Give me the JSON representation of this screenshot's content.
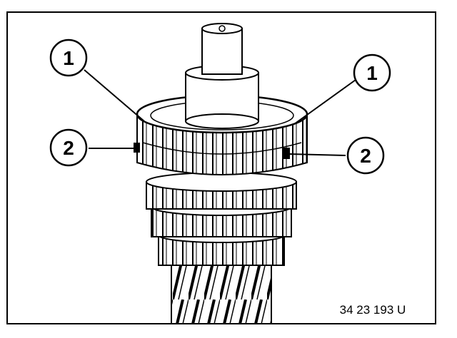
{
  "callouts": [
    {
      "label": "1"
    },
    {
      "label": "1"
    },
    {
      "label": "2"
    },
    {
      "label": "2"
    }
  ],
  "figure_code": "34 23 193 U"
}
